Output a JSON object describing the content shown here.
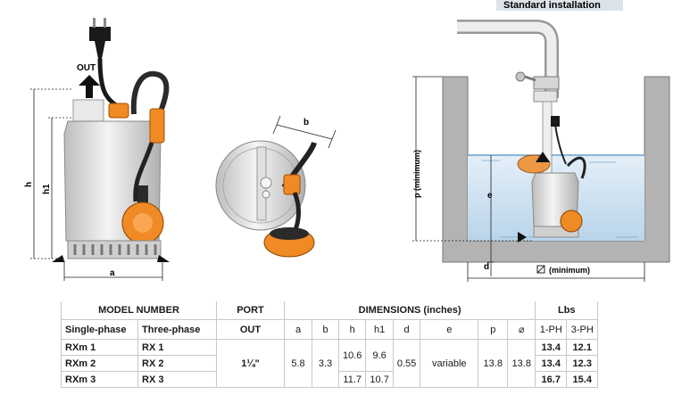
{
  "figure": {
    "label_out": "OUT",
    "label_h": "h",
    "label_h1": "h1",
    "label_a": "a",
    "label_b": "b",
    "install_title": "Standard installation",
    "label_p": "p (minimum)",
    "label_e": "e",
    "label_d": "d",
    "label_min": "(minimum)"
  },
  "table": {
    "header1": {
      "model_number": "MODEL NUMBER",
      "port": "PORT",
      "dimensions": "DIMENSIONS (inches)",
      "lbs": "Lbs"
    },
    "header2": {
      "single_phase": "Single-phase",
      "three_phase": "Three-phase",
      "out": "OUT",
      "a": "a",
      "b": "b",
      "h": "h",
      "h1": "h1",
      "d": "d",
      "e": "e",
      "p": "p",
      "diam": "⌀",
      "ph1": "1-PH",
      "ph3": "3-PH"
    },
    "rows": [
      {
        "single": "RXm 1",
        "three": "RX 1",
        "w1": "13.4",
        "w3": "12.1"
      },
      {
        "single": "RXm 2",
        "three": "RX 2",
        "w1": "13.4",
        "w3": "12.3"
      },
      {
        "single": "RXm 3",
        "three": "RX 3",
        "w1": "16.7",
        "w3": "15.4"
      }
    ],
    "shared": {
      "port": "1¼\"",
      "a": "5.8",
      "b": "3.3",
      "h_12": "10.6",
      "h1_12": "9.6",
      "h_3": "11.7",
      "h1_3": "10.7",
      "d": "0.55",
      "e": "variable",
      "p": "13.8",
      "diam": "13.8"
    }
  },
  "colors": {
    "orange": "#f08a24",
    "steel": "#d9d9d9",
    "water": "#c9dff0",
    "well": "#b3b3b3",
    "title_bg": "#dde3ea"
  }
}
